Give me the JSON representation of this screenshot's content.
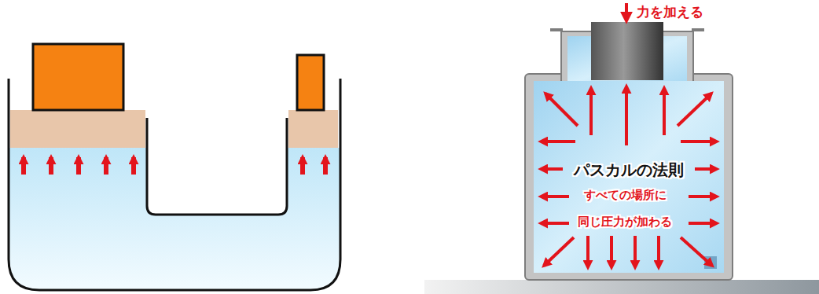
{
  "diagram": {
    "nodes": [
      {
        "text": [
          "パスカルの法則",
          "すべての場所に 同じ圧力が加わる"
        ]
      }
    ],
    "labels": [
      "力を加える"
    ]
  }
}
